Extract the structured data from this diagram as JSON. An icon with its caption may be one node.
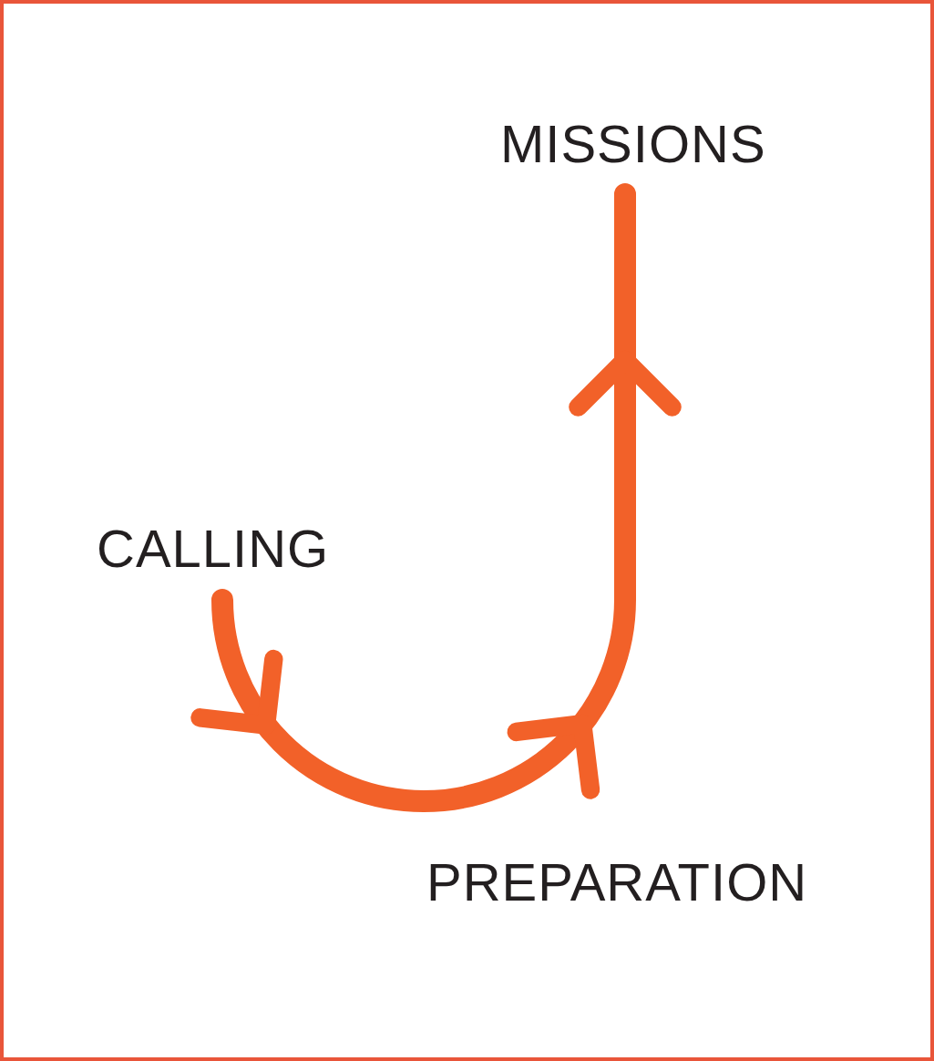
{
  "diagram": {
    "nodes": [
      {
        "text": [
          "MISSIONS"
        ]
      },
      {
        "text": [
          "CALLING"
        ]
      }
    ],
    "edges": [
      {
        "from": 1,
        "to": 0,
        "arrow": "to"
      }
    ],
    "labels": [
      "PREPARATION"
    ]
  }
}
